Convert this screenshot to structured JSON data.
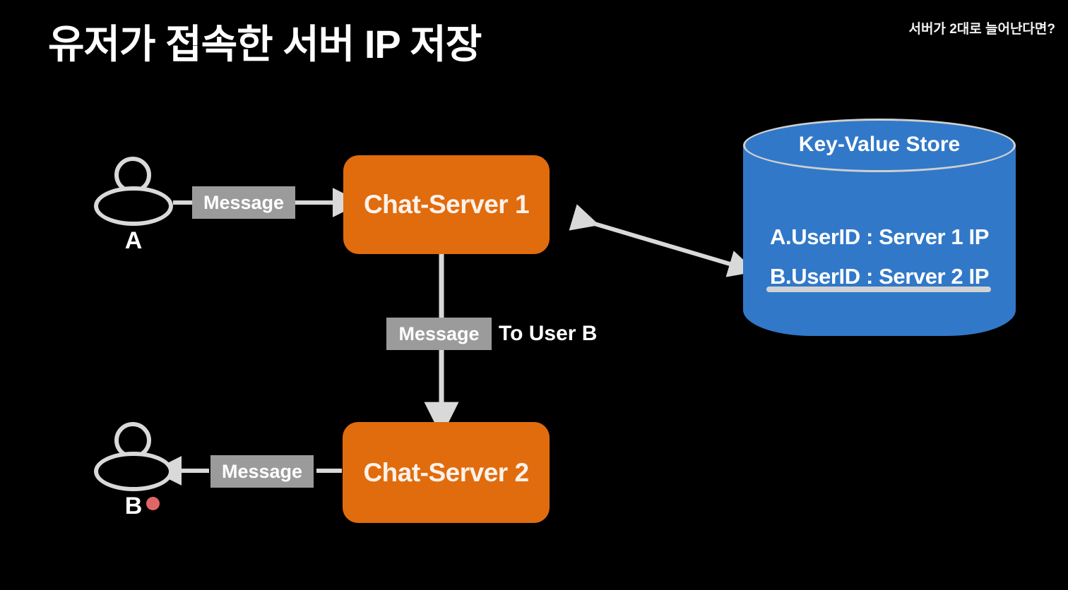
{
  "slide": {
    "title": "유저가 접속한 서버 IP 저장",
    "corner_note": "서버가 2대로 늘어난다면?",
    "background_color": "#000000"
  },
  "colors": {
    "server_orange": "#e06c0e",
    "store_blue": "#3178c8",
    "pill_gray": "#9b9b9b",
    "wire_gray": "#d9d9d9",
    "status_red": "#e06666",
    "text_white": "#ffffff"
  },
  "users": [
    {
      "id": "user-a",
      "label": "A",
      "has_status_dot": false
    },
    {
      "id": "user-b",
      "label": "B",
      "has_status_dot": true,
      "status_dot_color": "#e06666"
    }
  ],
  "servers": [
    {
      "id": "chat-server-1",
      "label": "Chat-Server 1"
    },
    {
      "id": "chat-server-2",
      "label": "Chat-Server 2"
    }
  ],
  "messages": {
    "a_to_server1": "Message",
    "server1_to_server2": "Message",
    "server1_to_server2_suffix": "To User B",
    "server2_to_b": "Message"
  },
  "key_value_store": {
    "title": "Key-Value Store",
    "rows": [
      "A.UserID : Server 1 IP",
      "B.UserID : Server 2 IP"
    ]
  }
}
